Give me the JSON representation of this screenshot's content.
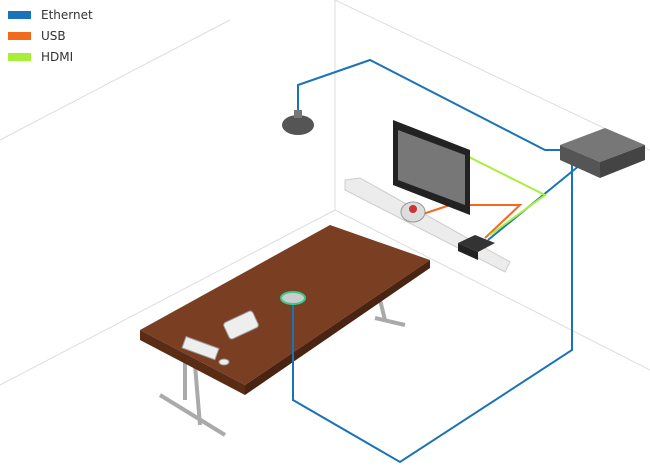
{
  "legend": [
    {
      "label": "Ethernet",
      "color": "#1a73b8"
    },
    {
      "label": "USB",
      "color": "#f26a1b"
    },
    {
      "label": "HDMI",
      "color": "#a8ef3a"
    }
  ]
}
